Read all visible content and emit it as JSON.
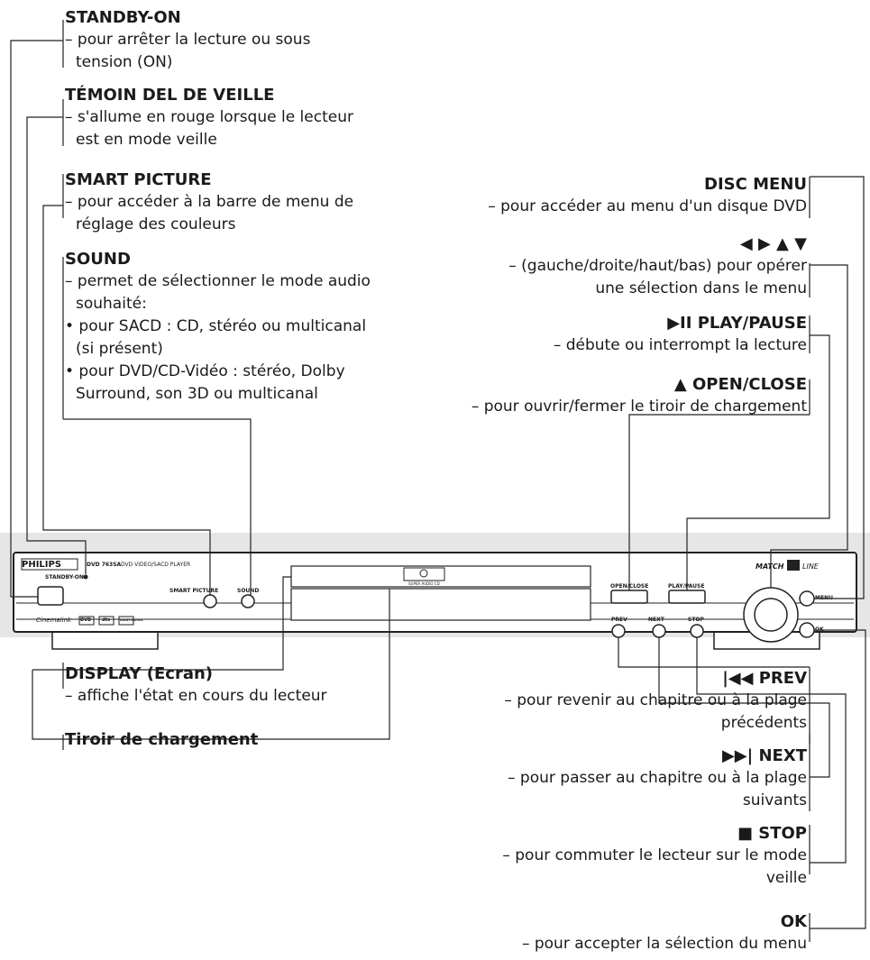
{
  "labels": {
    "standby_on": {
      "title": "STANDBY-ON",
      "desc": [
        "– pour arrêter la lecture ou sous",
        "tension (ON)"
      ]
    },
    "standby_led": {
      "title": "TÉMOIN DEL DE VEILLE",
      "desc": [
        "– s'allume en rouge lorsque le lecteur",
        "est en mode veille"
      ]
    },
    "smart_picture": {
      "title": "SMART PICTURE",
      "desc": [
        "– pour accéder à la barre de menu de",
        "réglage des couleurs"
      ]
    },
    "sound": {
      "title": "SOUND",
      "desc": [
        "– permet de sélectionner le mode audio",
        "souhaité:",
        "• pour SACD : CD, stéréo ou multicanal",
        "(si présent)",
        "• pour DVD/CD-Vidéo : stéréo, Dolby",
        "Surround, son 3D ou multicanal"
      ]
    },
    "disc_menu": {
      "title": "DISC MENU",
      "desc": [
        "– pour accéder au menu d'un disque DVD"
      ]
    },
    "arrows": {
      "title": "◀ ▶ ▲ ▼",
      "desc": [
        "– (gauche/droite/haut/bas) pour opérer",
        "une sélection dans le menu"
      ]
    },
    "play_pause": {
      "title": "▶II PLAY/PAUSE",
      "desc": [
        "– débute ou interrompt la lecture"
      ]
    },
    "open_close": {
      "title": "▲  OPEN/CLOSE",
      "desc": [
        "– pour ouvrir/fermer le tiroir de chargement"
      ]
    },
    "display": {
      "title": "DISPLAY (Ecran)",
      "desc": [
        "– affiche l'état en cours du lecteur"
      ]
    },
    "tray": {
      "title": "Tiroir de chargement",
      "desc": []
    },
    "prev": {
      "title": "|◀◀ PREV",
      "desc": [
        "– pour revenir au chapitre ou à la plage",
        "précédents"
      ]
    },
    "next": {
      "title": "▶▶| NEXT",
      "desc": [
        "– pour passer au chapitre ou à la plage",
        "suivants"
      ]
    },
    "stop": {
      "title": "■ STOP",
      "desc": [
        "– pour commuter le lecteur sur le mode",
        "veille"
      ]
    },
    "ok": {
      "title": "OK",
      "desc": [
        "– pour accepter la sélection du menu"
      ]
    }
  },
  "device": {
    "brand": "PHILIPS",
    "model": "DVD 763SA",
    "model_desc": "DVD VIDEO/SACD PLAYER",
    "standby_label": "STANDBY-ON",
    "smart_picture_label": "SMART PICTURE",
    "sound_label": "SOUND",
    "sacd_caption": "SUPER AUDIO CD",
    "open_close_label": "OPEN/CLOSE",
    "play_pause_label": "PLAY/PAUSE",
    "prev_label": "PREV",
    "next_label": "NEXT",
    "stop_label": "STOP",
    "menu_label": "MENU",
    "ok_label": "OK",
    "matchline_a": "MATCH",
    "matchline_b": "LINE",
    "cinemalink": "Cinemalink",
    "dvd_logo": "DVD",
    "dts_logo": "dts",
    "dolby_logo": "DOLBY DIGITAL"
  }
}
